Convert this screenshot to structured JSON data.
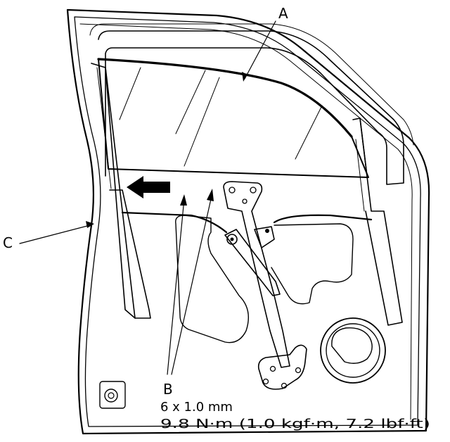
{
  "callouts": {
    "a": "A",
    "b": "B",
    "c": "C"
  },
  "spec": {
    "bolt_size": "6 x 1.0 mm",
    "torque": "9.8 N·m (1.0 kgf·m, 7.2 lbf·ft)"
  }
}
